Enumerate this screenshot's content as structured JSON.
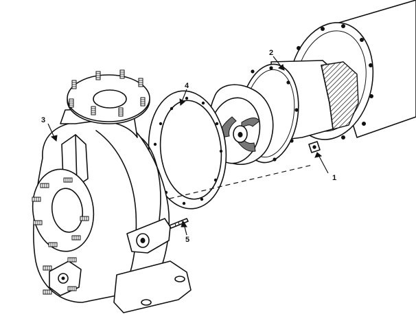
{
  "diagram": {
    "callouts": [
      {
        "id": "callout-1",
        "label": "1"
      },
      {
        "id": "callout-2",
        "label": "2"
      },
      {
        "id": "callout-3",
        "label": "3"
      },
      {
        "id": "callout-4",
        "label": "4"
      },
      {
        "id": "callout-5",
        "label": "5"
      }
    ]
  }
}
